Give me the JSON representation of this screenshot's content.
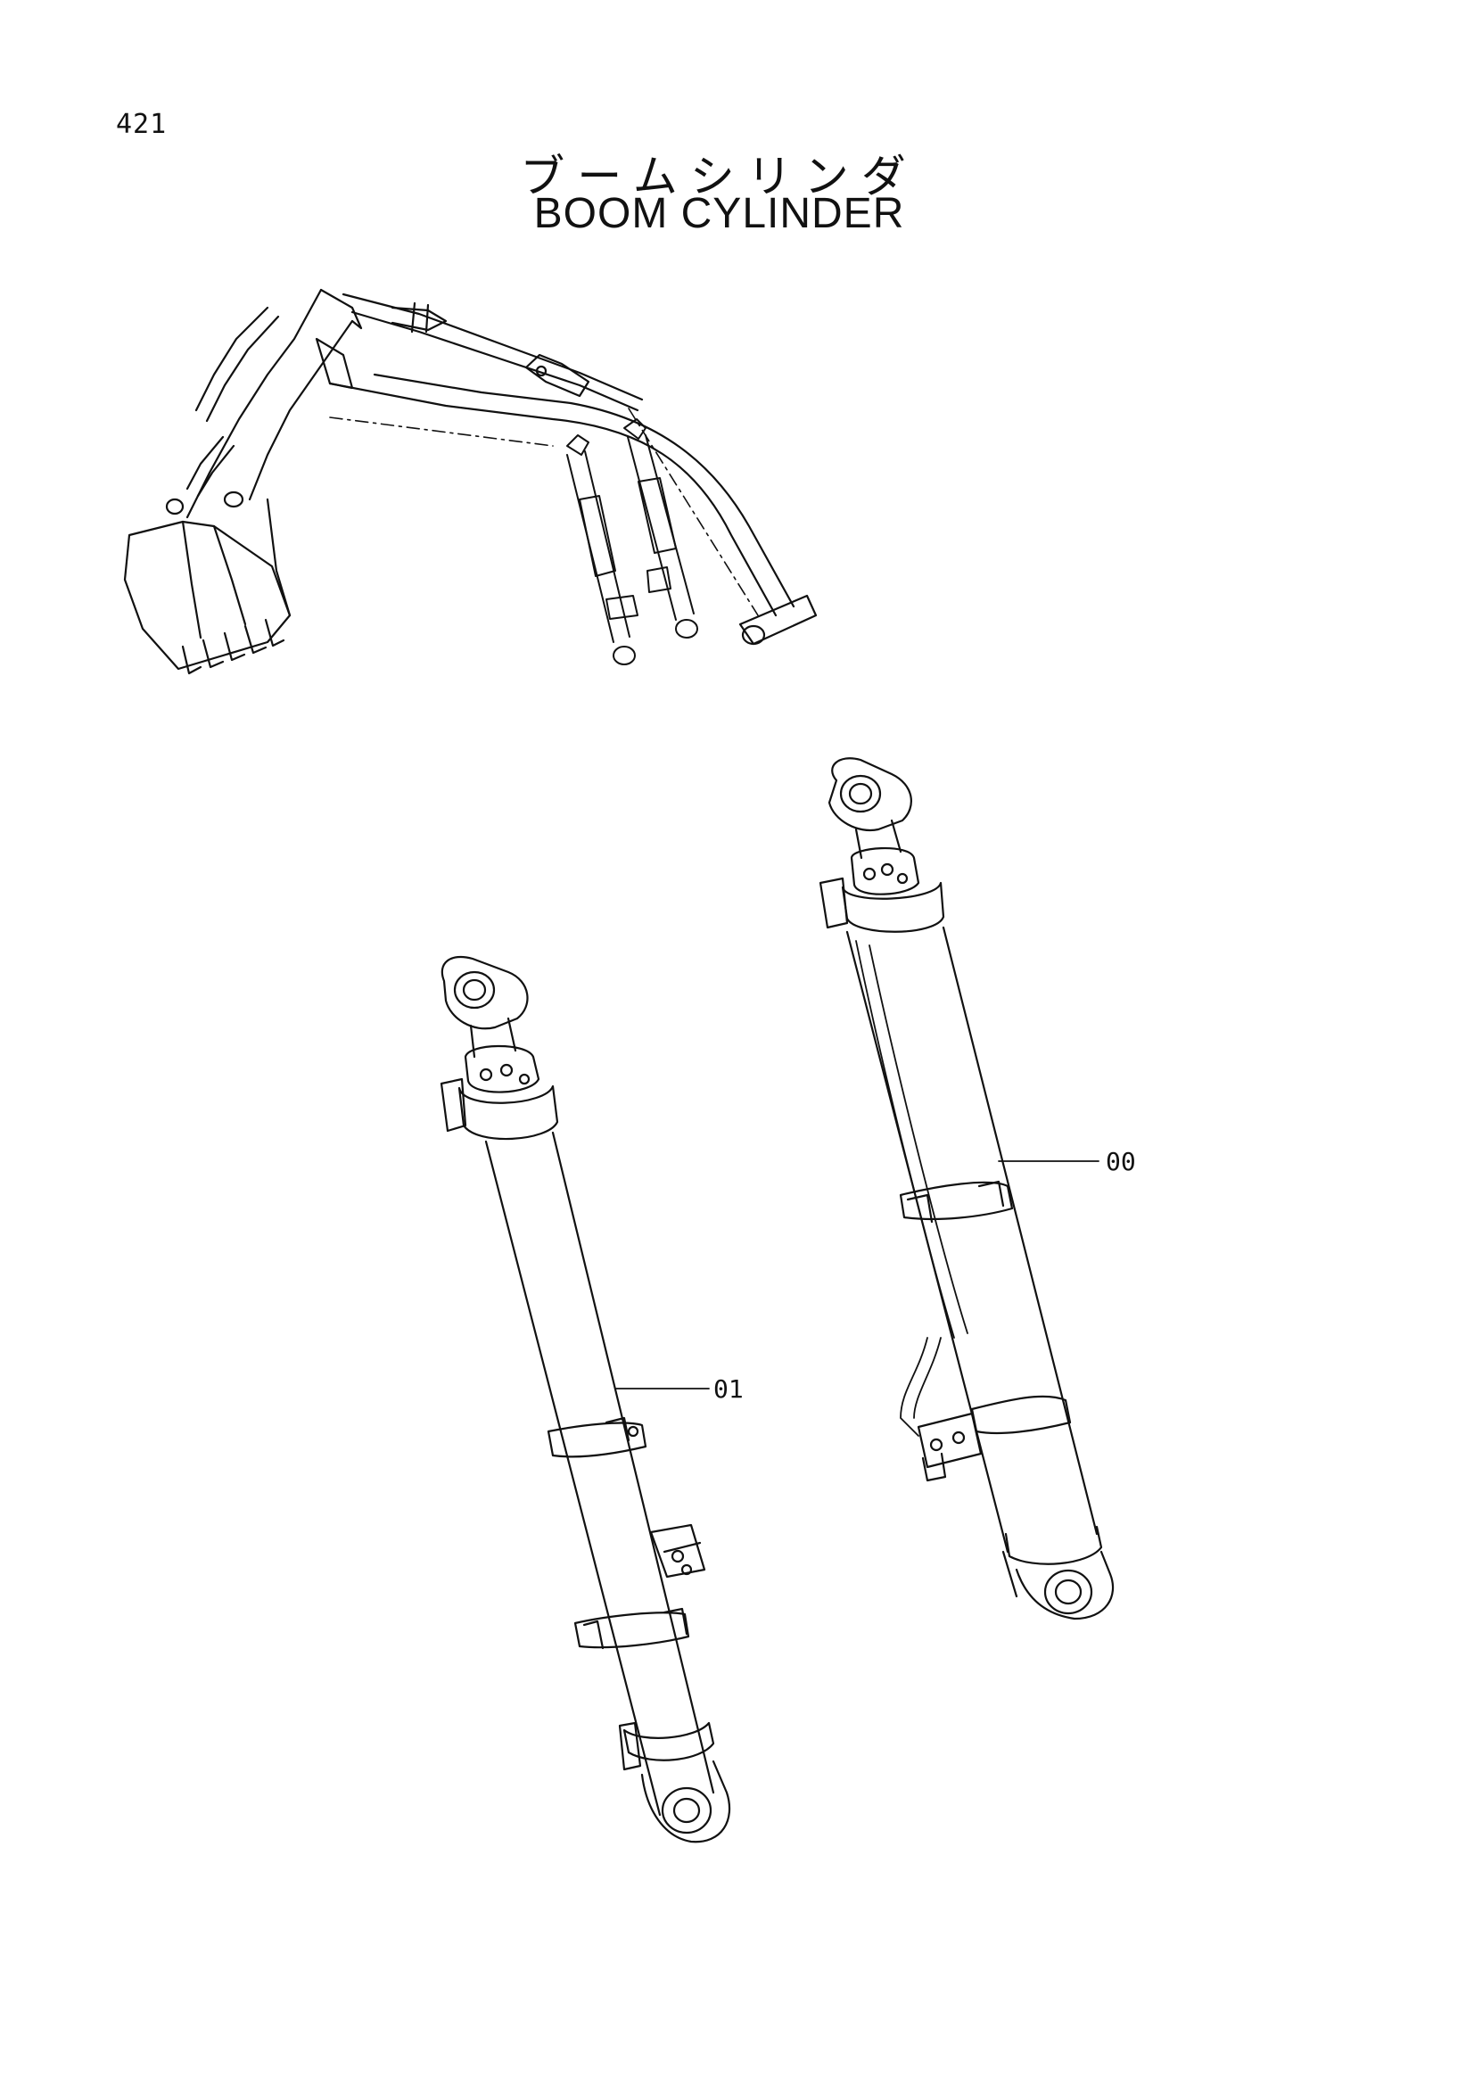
{
  "page": {
    "number": "421",
    "title_jp": "ブームシリンダ",
    "title_en": "BOOM CYLINDER"
  },
  "callouts": [
    {
      "id": "00",
      "label": "00"
    },
    {
      "id": "01",
      "label": "01"
    }
  ],
  "colors": {
    "ink": "#111111",
    "background": "#ffffff"
  }
}
